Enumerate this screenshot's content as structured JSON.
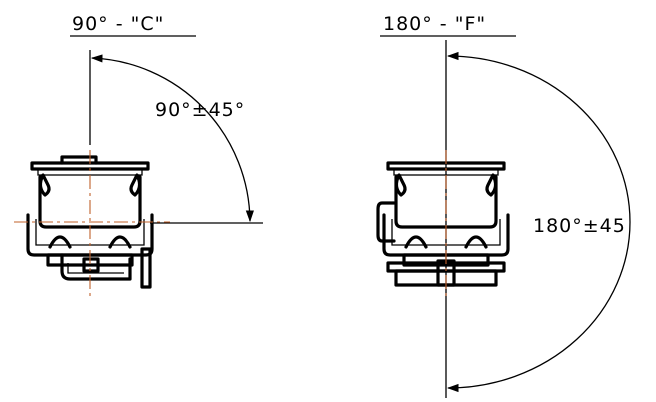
{
  "view_c": {
    "title": "90°  -  \"C\"",
    "angle": "90°±45°"
  },
  "view_f": {
    "title": "180°  -  \"F\"",
    "angle": "180°±45"
  }
}
